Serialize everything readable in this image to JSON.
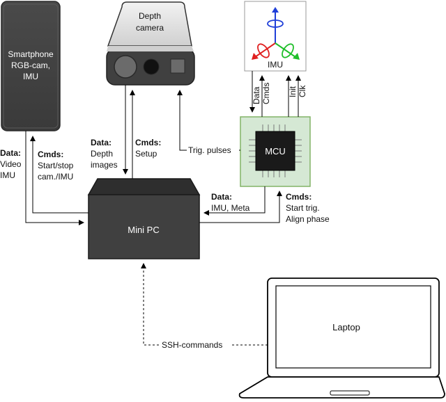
{
  "nodes": {
    "smartphone": {
      "line1": "Smartphone",
      "line2": "RGB-cam,",
      "line3": "IMU"
    },
    "depth_camera": {
      "line1": "Depth",
      "line2": "camera"
    },
    "imu": {
      "label": "IMU"
    },
    "mcu": {
      "label": "MCU"
    },
    "mini_pc": {
      "label": "Mini PC"
    },
    "laptop": {
      "label": "Laptop"
    }
  },
  "edges": {
    "phone_data": {
      "title": "Data:",
      "line1": "Video",
      "line2": "IMU"
    },
    "phone_cmds": {
      "title": "Cmds:",
      "line1": "Start/stop",
      "line2": "cam./IMU"
    },
    "depth_data": {
      "title": "Data:",
      "line1": "Depth",
      "line2": "images"
    },
    "depth_cmds": {
      "title": "Cmds:",
      "line1": "Setup"
    },
    "trig": {
      "label": "Trig. pulses"
    },
    "imu_data": {
      "label": "Data"
    },
    "imu_cmds": {
      "label": "Cmds"
    },
    "imu_init": {
      "label": "Init"
    },
    "imu_clk": {
      "label": "Clk"
    },
    "mcu_data": {
      "title": "Data:",
      "line1": "IMU, Meta"
    },
    "mcu_cmds": {
      "title": "Cmds:",
      "line1": "Start trig.",
      "line2": "Align phase"
    },
    "ssh": {
      "label": "SSH-commands"
    }
  },
  "colors": {
    "device_dark": "#3f3f3f",
    "mcu_fill": "#d5e8d4",
    "mcu_border": "#82b366",
    "arrow": "#000000"
  }
}
